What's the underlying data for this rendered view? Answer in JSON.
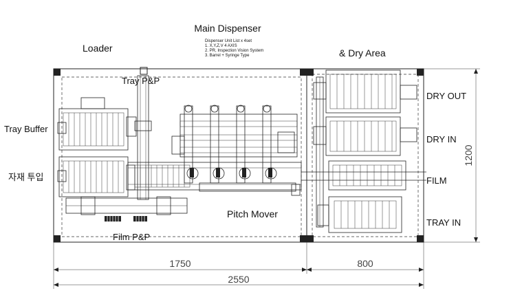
{
  "labels": {
    "main_dispenser": "Main Dispenser",
    "dispenser_notes": [
      "Dispenser Unit List x 4set",
      "1. X,Y,Z,V 4 AXIS",
      "2. PR, Inspection Vision System",
      "3. Barrel + Syringe Type"
    ],
    "loader": "Loader",
    "dry_area": "& Dry Area",
    "tray_pp": "Tray P&P",
    "tray_buffer": "Tray Buffer",
    "material_input": "자재 투입",
    "pitch_mover": "Pitch Mover",
    "film_pp": "Film P&P",
    "dry_out": "DRY OUT",
    "dry_in": "DRY IN",
    "film": "FILM",
    "tray_in": "TRAY IN"
  },
  "dimensions": {
    "height": "1200",
    "left_width": "1750",
    "right_width": "800",
    "total_width": "2550"
  },
  "colors": {
    "line": "#222222",
    "background": "#ffffff"
  }
}
